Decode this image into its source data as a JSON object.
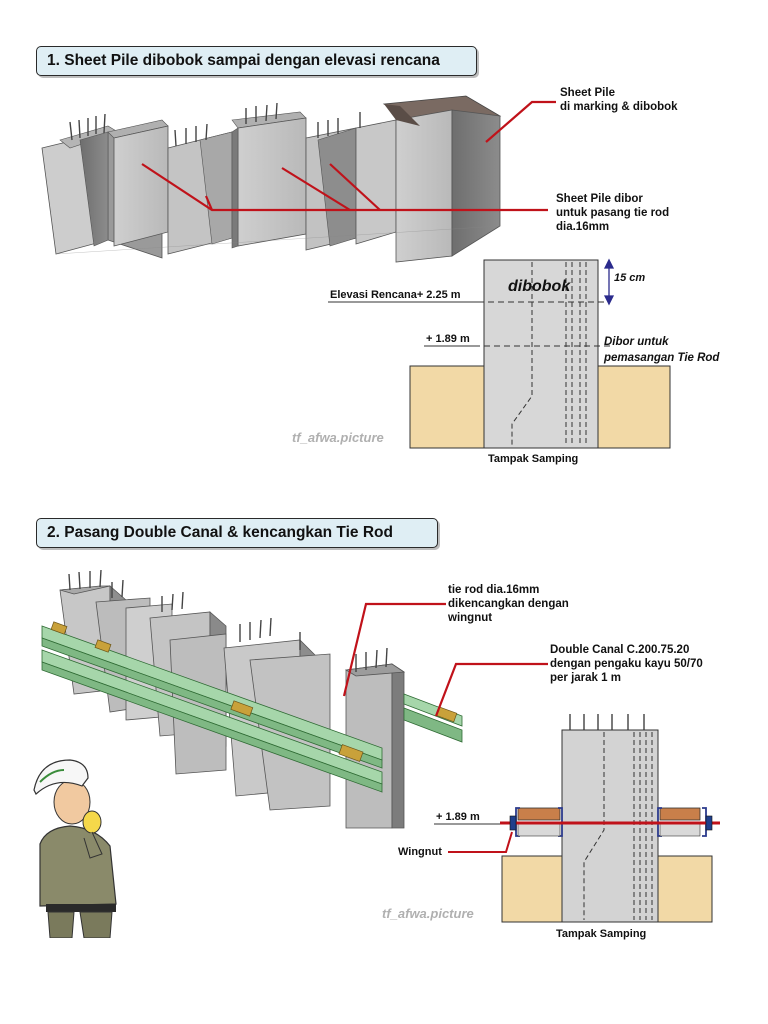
{
  "section1": {
    "title": "1. Sheet Pile dibobok sampai dengan elevasi rencana",
    "callout_marking": [
      "Sheet Pile",
      "di marking & dibobok"
    ],
    "callout_drill": [
      "Sheet Pile dibor",
      "untuk pasang tie rod",
      "dia.16mm"
    ],
    "detail": {
      "label_dibobok": "dibobok",
      "label_15cm": "15 cm",
      "label_elevasi": "Elevasi Rencana+ 2.25 m",
      "label_189": "+ 1.89 m",
      "label_dibor": [
        "Dibor untuk",
        "pemasangan Tie Rod"
      ],
      "caption": "Tampak Samping"
    },
    "watermark": "tf_afwa.picture"
  },
  "section2": {
    "title": "2. Pasang Double Canal & kencangkan Tie Rod",
    "callout_tierod": [
      "tie rod dia.16mm",
      "dikencangkan dengan",
      "wingnut"
    ],
    "callout_canal": [
      "Double Canal C.200.75.20",
      "dengan pengaku kayu 50/70",
      "per jarak 1 m"
    ],
    "detail": {
      "label_189": "+ 1.89 m",
      "label_wingnut": "Wingnut",
      "caption": "Tampak Samping"
    },
    "watermark": "tf_afwa.picture"
  },
  "colors": {
    "callout_red": "#c0121a",
    "concrete": "#c9c9c9",
    "soil": "#f2d9a6",
    "steel_green": "#9fd0a4",
    "dimension_blue": "#2b2b8c"
  }
}
